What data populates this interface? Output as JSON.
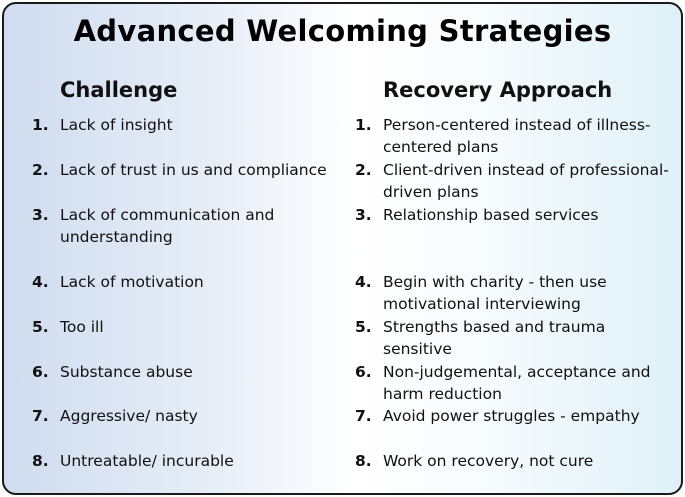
{
  "title": "Advanced Welcoming Strategies",
  "columns": {
    "left_header": "Challenge",
    "right_header": "Recovery Approach"
  },
  "challenges": [
    {
      "num": "1.",
      "text": "Lack of insight"
    },
    {
      "num": "2.",
      "text": "Lack of trust in us and compliance"
    },
    {
      "num": "3.",
      "text": "Lack of communication and understanding"
    },
    {
      "num": "4.",
      "text": "Lack of motivation"
    },
    {
      "num": "5.",
      "text": "Too ill"
    },
    {
      "num": "6.",
      "text": "Substance abuse"
    },
    {
      "num": "7.",
      "text": "Aggressive/ nasty"
    },
    {
      "num": "8.",
      "text": "Untreatable/ incurable"
    }
  ],
  "approaches": [
    {
      "num": "1.",
      "text": "Person-centered instead of illness-centered plans"
    },
    {
      "num": "2.",
      "text": "Client-driven instead of professional-driven plans"
    },
    {
      "num": "3.",
      "text": "Relationship based services"
    },
    {
      "num": "4.",
      "text": "Begin with charity - then use motivational interviewing"
    },
    {
      "num": "5.",
      "text": "Strengths based and trauma sensitive"
    },
    {
      "num": "6.",
      "text": "Non-judgemental, acceptance and harm reduction"
    },
    {
      "num": "7.",
      "text": "Avoid power struggles - empathy"
    },
    {
      "num": "8.",
      "text": "Work on recovery, not cure"
    }
  ]
}
